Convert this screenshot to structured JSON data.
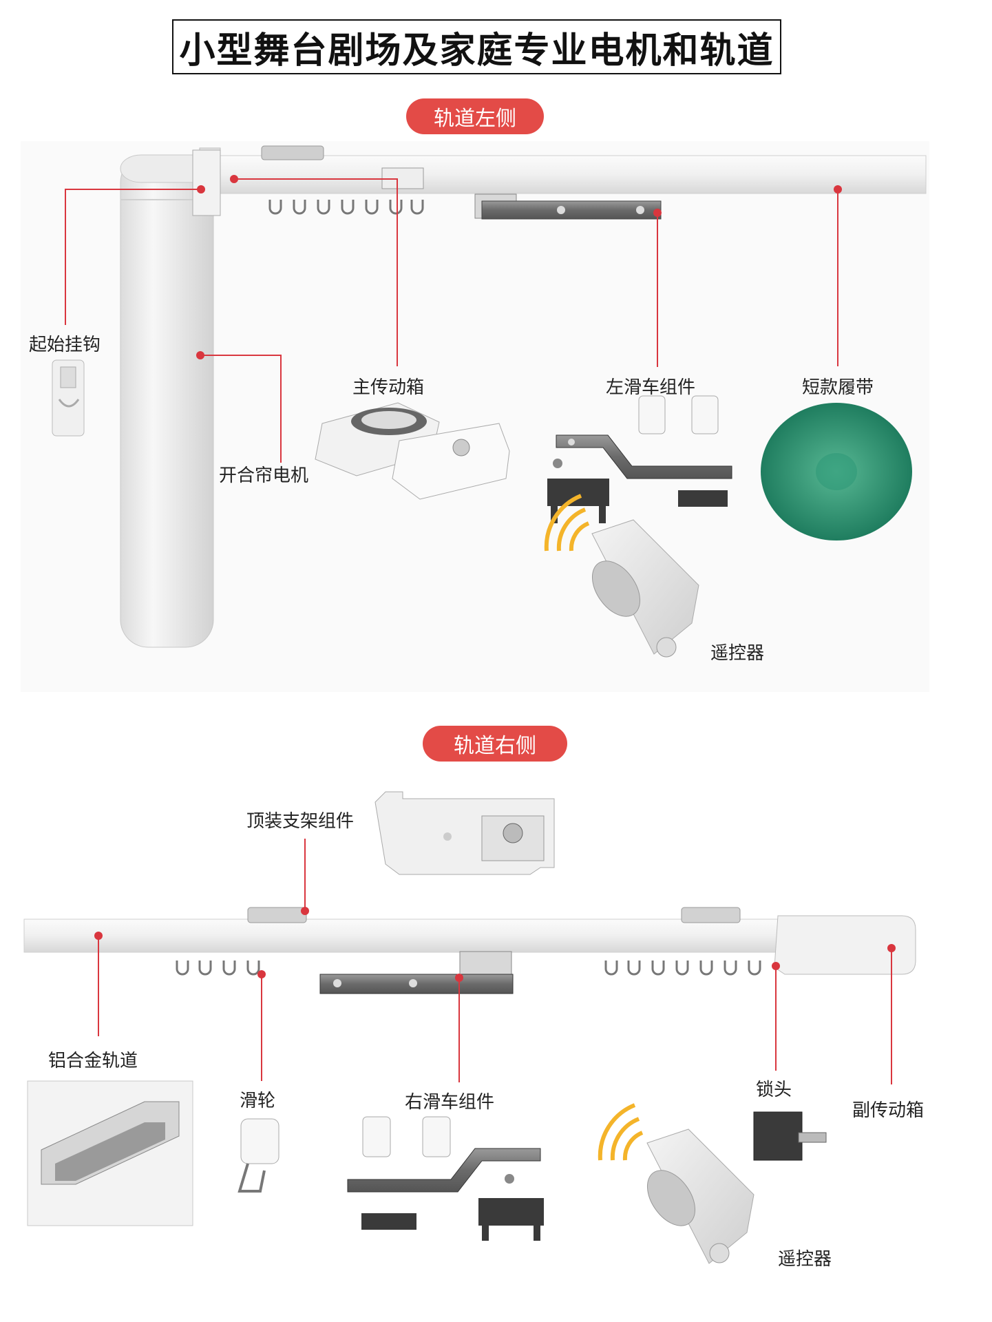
{
  "title": "小型舞台剧场及家庭专业电机和轨道",
  "sections": {
    "left_side": "轨道左侧",
    "right_side": "轨道右侧"
  },
  "labels_left": {
    "start_hook": "起始挂钩",
    "motor": "开合帘电机",
    "main_gearbox": "主传动箱",
    "left_carriage": "左滑车组件",
    "short_belt": "短款履带",
    "remote": "遥控器"
  },
  "labels_right": {
    "ceiling_bracket": "顶装支架组件",
    "aluminum_track": "铝合金轨道",
    "pulley": "滑轮",
    "right_carriage": "右滑车组件",
    "lock": "锁头",
    "sub_gearbox": "副传动箱",
    "remote": "遥控器"
  },
  "colors": {
    "accent": "#e34b47",
    "leader_line": "#d9363e",
    "belt_green": "#2e9a78"
  }
}
